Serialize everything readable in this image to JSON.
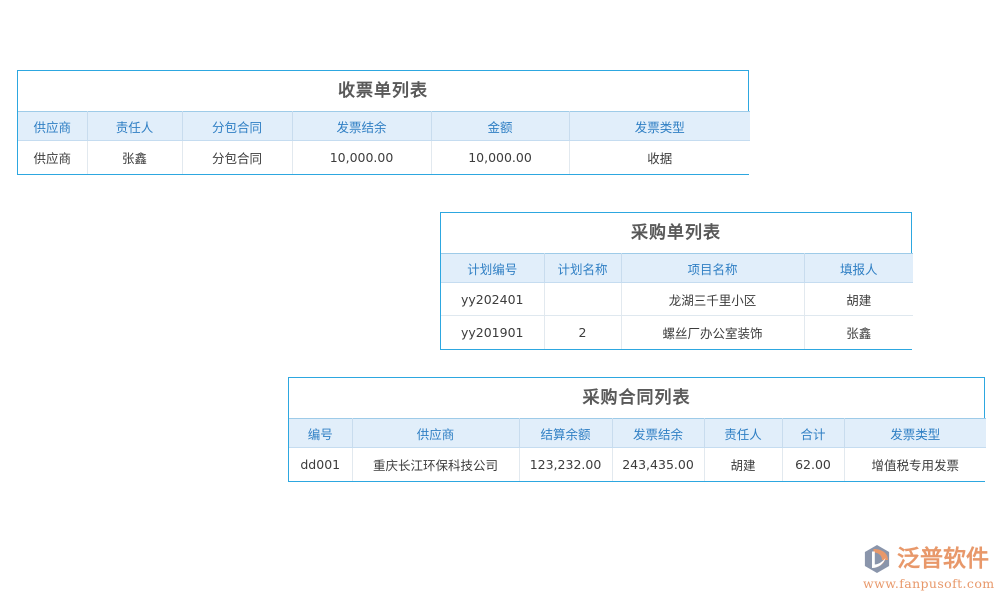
{
  "panels": [
    {
      "id": "receipt",
      "title": "收票单列表",
      "columns": [
        {
          "label": "供应商",
          "align": "center",
          "width": 69
        },
        {
          "label": "责任人",
          "align": "center",
          "width": 95
        },
        {
          "label": "分包合同",
          "align": "center",
          "width": 110
        },
        {
          "label": "发票结余",
          "align": "num",
          "width": 139
        },
        {
          "label": "金额",
          "align": "num",
          "width": 138
        },
        {
          "label": "发票类型",
          "align": "center",
          "width": 181
        }
      ],
      "rows": [
        [
          "供应商",
          "张鑫",
          "分包合同",
          "10,000.00",
          "10,000.00",
          "收据"
        ]
      ]
    },
    {
      "id": "purchase",
      "title": "采购单列表",
      "columns": [
        {
          "label": "计划编号",
          "align": "center",
          "width": 103
        },
        {
          "label": "计划名称",
          "align": "center",
          "width": 77
        },
        {
          "label": "项目名称",
          "align": "center",
          "width": 183
        },
        {
          "label": "填报人",
          "align": "center",
          "width": 109
        }
      ],
      "rows": [
        [
          "yy202401",
          "",
          "龙湖三千里小区",
          "胡建"
        ],
        [
          "yy201901",
          "2",
          "螺丝厂办公室装饰",
          "张鑫"
        ]
      ]
    },
    {
      "id": "contract",
      "title": "采购合同列表",
      "columns": [
        {
          "label": "编号",
          "align": "center",
          "width": 63
        },
        {
          "label": "供应商",
          "align": "center",
          "width": 167
        },
        {
          "label": "结算余额",
          "align": "num",
          "width": 93
        },
        {
          "label": "发票结余",
          "align": "num",
          "width": 92
        },
        {
          "label": "责任人",
          "align": "center",
          "width": 78
        },
        {
          "label": "合计",
          "align": "num",
          "width": 62
        },
        {
          "label": "发票类型",
          "align": "center",
          "width": 142
        }
      ],
      "rows": [
        [
          "dd001",
          "重庆长江环保科技公司",
          "123,232.00",
          "243,435.00",
          "胡建",
          "62.00",
          "增值税专用发票"
        ]
      ]
    }
  ],
  "logo": {
    "brand": "泛普软件",
    "url": "www.fanpusoft.com",
    "mark_icon": "hexagon-swoosh-icon",
    "brand_color": "#e8986a",
    "mark_gray": "#8a95ab"
  },
  "theme": {
    "panel_border": "#2da7e0",
    "header_bg": "#e1eefa",
    "header_text": "#2f7fc4",
    "title_text": "#595959",
    "cell_text": "#3c3c3c",
    "page_bg": "#ffffff"
  }
}
